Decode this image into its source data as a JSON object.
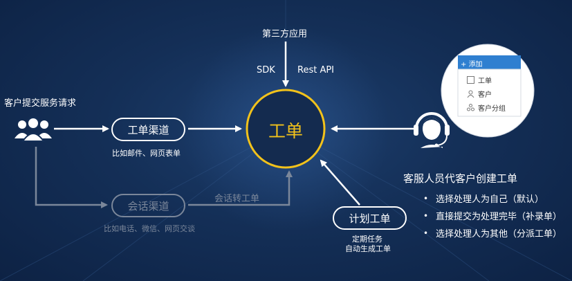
{
  "third_party_label": "第三方应用",
  "sdk_label": "SDK",
  "rest_api_label": "Rest API",
  "customer_request_label": "客户提交服务请求",
  "center_node_label": "工单",
  "ticket_channel": {
    "label": "工单渠道",
    "caption": "比如邮件、网页表单"
  },
  "chat_channel": {
    "label": "会话渠道",
    "caption": "比如电话、微信、网页交谈"
  },
  "chat_to_ticket_label": "会话转工单",
  "plan_ticket": {
    "label": "计划工单",
    "caption_line1": "定期任务",
    "caption_line2": "自动生成工单"
  },
  "agent_section": {
    "title": "客服人员代客户创建工单",
    "bullets": [
      "选择处理人为自己（默认）",
      "直接提交为处理完毕（补录单）",
      "选择处理人为其他（分派工单）"
    ]
  },
  "add_menu": {
    "button_label": "添加",
    "items": [
      {
        "label": "工单",
        "icon": "document-icon"
      },
      {
        "label": "客户",
        "icon": "person-icon"
      },
      {
        "label": "客户分组",
        "icon": "group-icon"
      }
    ]
  },
  "colors": {
    "accent": "#f2c21b",
    "background": "#142f57",
    "dim": "#7b879a",
    "menu_header": "#2f7fd0"
  }
}
